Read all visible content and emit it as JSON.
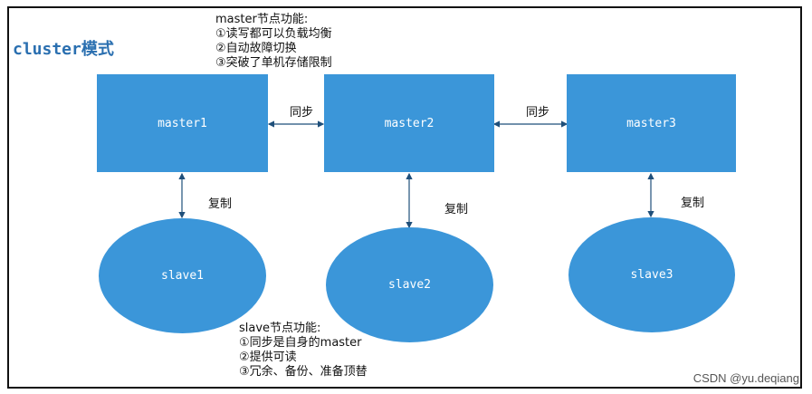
{
  "title": "cluster模式",
  "master_note": [
    "master节点功能:",
    "①读写都可以负载均衡",
    "②自动故障切换",
    "③突破了单机存储限制"
  ],
  "slave_note": [
    "slave节点功能:",
    "①同步是自身的master",
    "②提供可读",
    "③冗余、备份、准备顶替"
  ],
  "masters": [
    "master1",
    "master2",
    "master3"
  ],
  "slaves": [
    "slave1",
    "slave2",
    "slave3"
  ],
  "sync_label": "同步",
  "copy_label": "复制",
  "watermark": "CSDN @yu.deqiang",
  "colors": {
    "node_fill": "#3b96d9",
    "title": "#2a6fb0"
  }
}
